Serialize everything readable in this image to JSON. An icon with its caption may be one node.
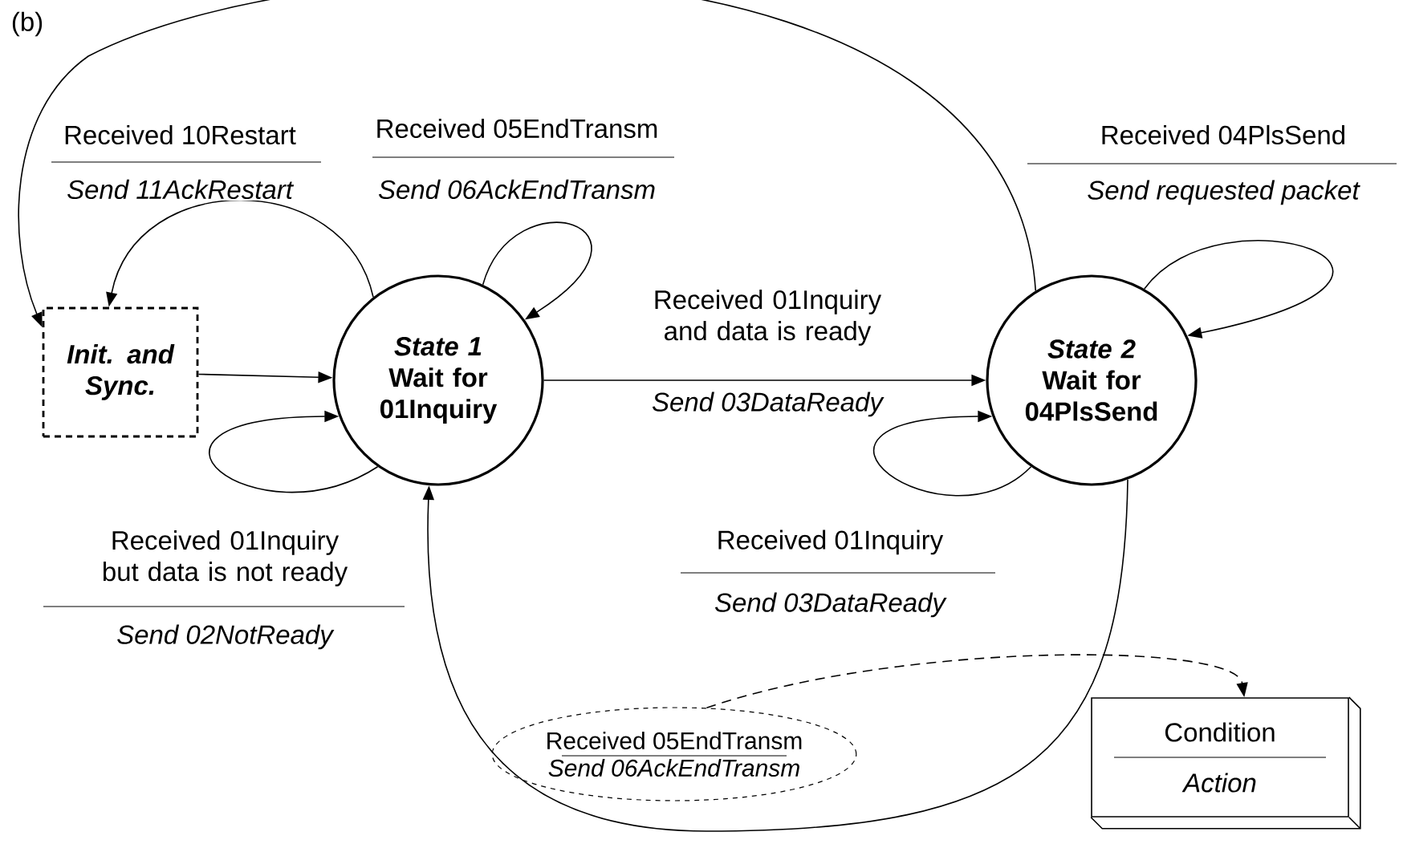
{
  "diagram": {
    "nodes": [
      {
        "text": [
          "Init. and Sync."
        ]
      },
      {
        "text": [
          "State 1",
          "Wait for 01Inquiry"
        ]
      },
      {
        "text": [
          "State 2",
          "Wait for 04PlsSend"
        ]
      },
      {
        "text": [
          "Received 05EndTransm",
          "Send 06AckEndTransm"
        ]
      },
      {
        "text": [
          "Condition",
          "Action"
        ]
      }
    ],
    "edges": [
      {
        "from": 0,
        "to": 1,
        "arrow": "to"
      },
      {
        "from": 1,
        "to": 0,
        "arrow": "to",
        "label": "Received 10Restart"
      },
      {
        "from": 2,
        "to": 0,
        "arrow": "to"
      },
      {
        "from": 1,
        "to": 1,
        "arrow": "to",
        "label": "Received 05EndTransm"
      },
      {
        "from": 1,
        "to": 1,
        "arrow": "to",
        "label": "Received 01Inquiry but data is not ready"
      },
      {
        "from": 1,
        "to": 2,
        "arrow": "to",
        "label": "Received 01Inquiry and data is ready"
      },
      {
        "from": 2,
        "to": 2,
        "arrow": "to",
        "label": "Received 04PlsSend"
      },
      {
        "from": 2,
        "to": 2,
        "arrow": "to",
        "label": "Received 01Inquiry"
      },
      {
        "from": 2,
        "to": 1,
        "arrow": "to"
      },
      {
        "from": 3,
        "to": 4,
        "arrow": "to",
        "style": "dashed"
      }
    ],
    "labels": [
      "(b)",
      "Send 11AckRestart",
      "Send 06AckEndTransm",
      "Send requested packet",
      "Send 03DataReady",
      "Send 02NotReady",
      "Send 03DataReady"
    ]
  }
}
